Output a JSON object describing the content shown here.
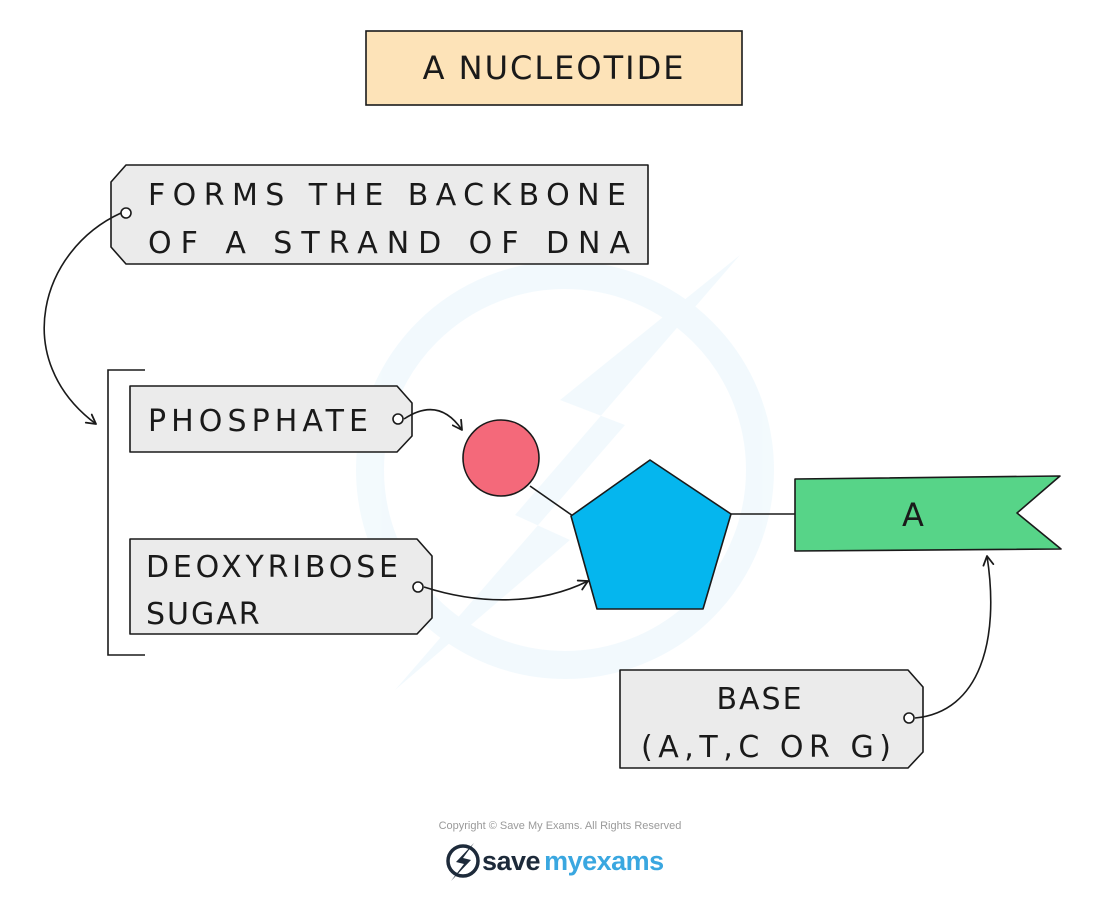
{
  "title": "A NUCLEOTIDE",
  "labels": {
    "backbone": [
      "FORMS THE BACKBONE",
      "OF A STRAND OF DNA"
    ],
    "phosphate": "PHOSPHATE",
    "sugar": [
      "DEOXYRIBOSE",
      "SUGAR"
    ],
    "base": [
      "BASE",
      "(A,T,C OR G)"
    ],
    "base_letter": "A"
  },
  "footer": {
    "copyright": "Copyright © Save My Exams. All Rights Reserved",
    "brand_save": "save",
    "brand_my": "my",
    "brand_exams": "exams"
  },
  "colors": {
    "title_box": "#fde3b8",
    "tag_fill": "#ebebeb",
    "phosphate": "#f4697a",
    "sugar": "#05b6ee",
    "base": "#57d488",
    "outline": "#1a1a1a",
    "brand_dark": "#1d2a3a",
    "brand_blue": "#3aa7e0"
  }
}
